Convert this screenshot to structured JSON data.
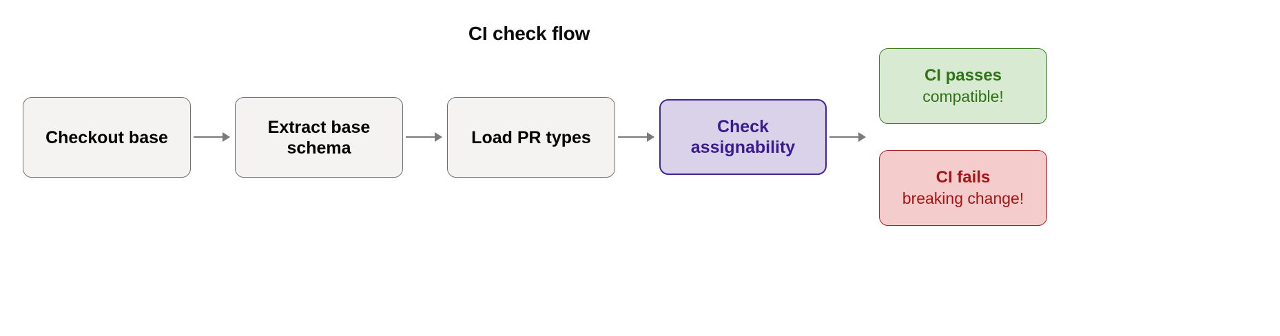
{
  "diagram": {
    "title": "CI check flow",
    "colors": {
      "process_fill": "#f4f3f1",
      "process_border": "#6f6f6f",
      "decision_fill": "#d9d2e9",
      "decision_border": "#41239b",
      "decision_text": "#3a1a8f",
      "success_fill": "#d9ead3",
      "success_border": "#3c7d23",
      "success_text": "#2f7318",
      "failure_fill": "#f4cccc",
      "failure_border": "#ad1f1f",
      "failure_text": "#a41414",
      "arrow": "#7a7a7a"
    },
    "nodes": [
      {
        "id": "checkout-base",
        "label": "Checkout base",
        "kind": "process"
      },
      {
        "id": "extract-base-schema",
        "label": "Extract base schema",
        "kind": "process"
      },
      {
        "id": "load-pr-types",
        "label": "Load PR types",
        "kind": "process"
      },
      {
        "id": "check-assignability",
        "label": "Check assignability",
        "kind": "decision"
      }
    ],
    "outcomes": [
      {
        "id": "ci-passes",
        "headline": "CI passes",
        "sub": "compatible!",
        "kind": "success"
      },
      {
        "id": "ci-fails",
        "headline": "CI fails",
        "sub": "breaking change!",
        "kind": "failure"
      }
    ],
    "edges": [
      {
        "id": "edge-1",
        "from": "checkout-base",
        "to": "extract-base-schema"
      },
      {
        "id": "edge-2",
        "from": "extract-base-schema",
        "to": "load-pr-types"
      },
      {
        "id": "edge-3",
        "from": "load-pr-types",
        "to": "check-assignability"
      },
      {
        "id": "edge-4",
        "from": "check-assignability",
        "to": "ci-passes"
      }
    ]
  }
}
